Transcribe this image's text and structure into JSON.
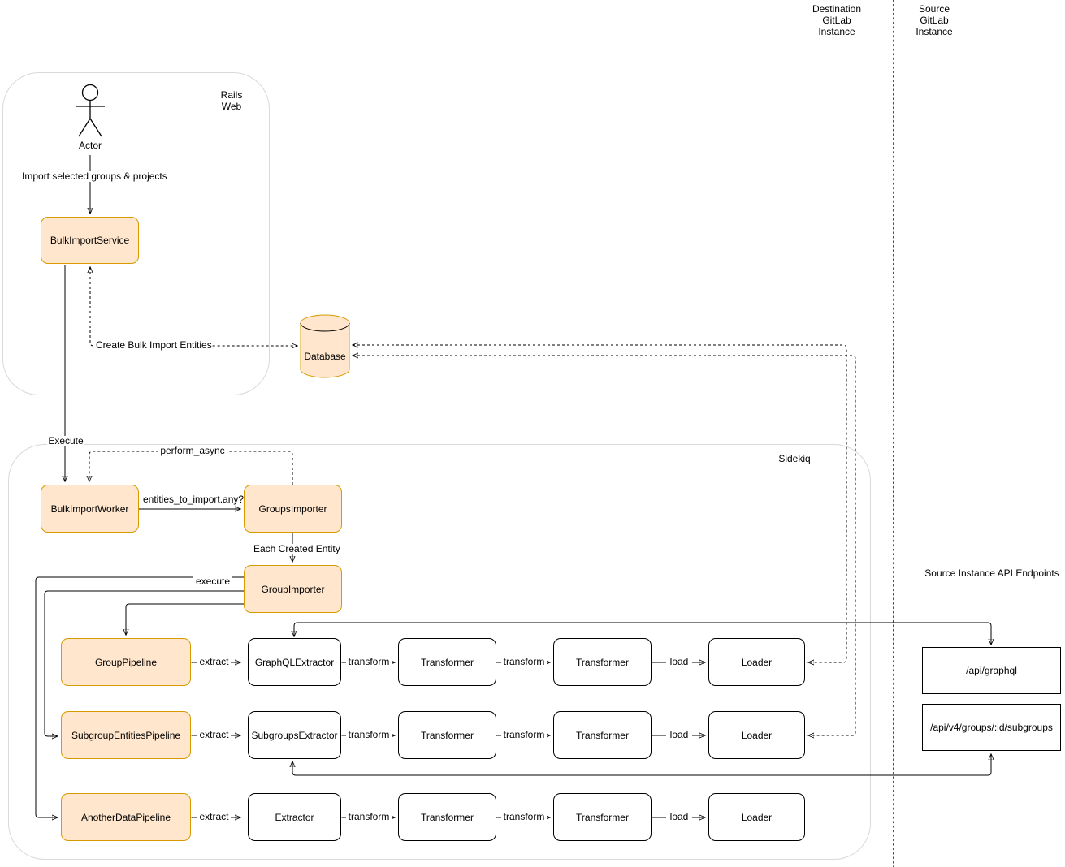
{
  "colors": {
    "node_fill": "#FFE6CC",
    "node_stroke": "#D79B00",
    "plain_stroke": "#000000",
    "container_stroke": "#d9d9d9"
  },
  "headers": {
    "destination_instance": "Destination\nGitLab\nInstance",
    "source_instance": "Source\nGitLab\nInstance",
    "api_endpoints_title": "Source Instance API Endpoints"
  },
  "containers": {
    "rails_web": "Rails\nWeb",
    "sidekiq": "Sidekiq"
  },
  "actor": {
    "label": "Actor"
  },
  "nodes": {
    "bulk_import_service": "BulkImportService",
    "database": "Database",
    "bulk_import_worker": "BulkImportWorker",
    "groups_importer": "GroupsImporter",
    "group_importer": "GroupImporter"
  },
  "rows": [
    {
      "pipeline": "GroupPipeline",
      "extractor": "GraphQLExtractor",
      "transformer1": "Transformer",
      "transformer2": "Transformer",
      "loader": "Loader"
    },
    {
      "pipeline": "SubgroupEntitiesPipeline",
      "extractor": "SubgroupsExtractor",
      "transformer1": "Transformer",
      "transformer2": "Transformer",
      "loader": "Loader"
    },
    {
      "pipeline": "AnotherDataPipeline",
      "extractor": "Extractor",
      "transformer1": "Transformer",
      "transformer2": "Transformer",
      "loader": "Loader"
    }
  ],
  "endpoints": {
    "graphql": "/api/graphql",
    "subgroups": "/api/v4/groups/:id/subgroups"
  },
  "edge_labels": {
    "import_selected": "Import selected groups & projects",
    "create_entities": "Create Bulk Import Entities",
    "execute": "Execute",
    "perform_async": "perform_async",
    "entities_to_import": "entities_to_import.any?",
    "each_created_entity": "Each Created Entity",
    "execute_inner": "execute",
    "extract": "extract",
    "transform": "transform",
    "load": "load"
  }
}
